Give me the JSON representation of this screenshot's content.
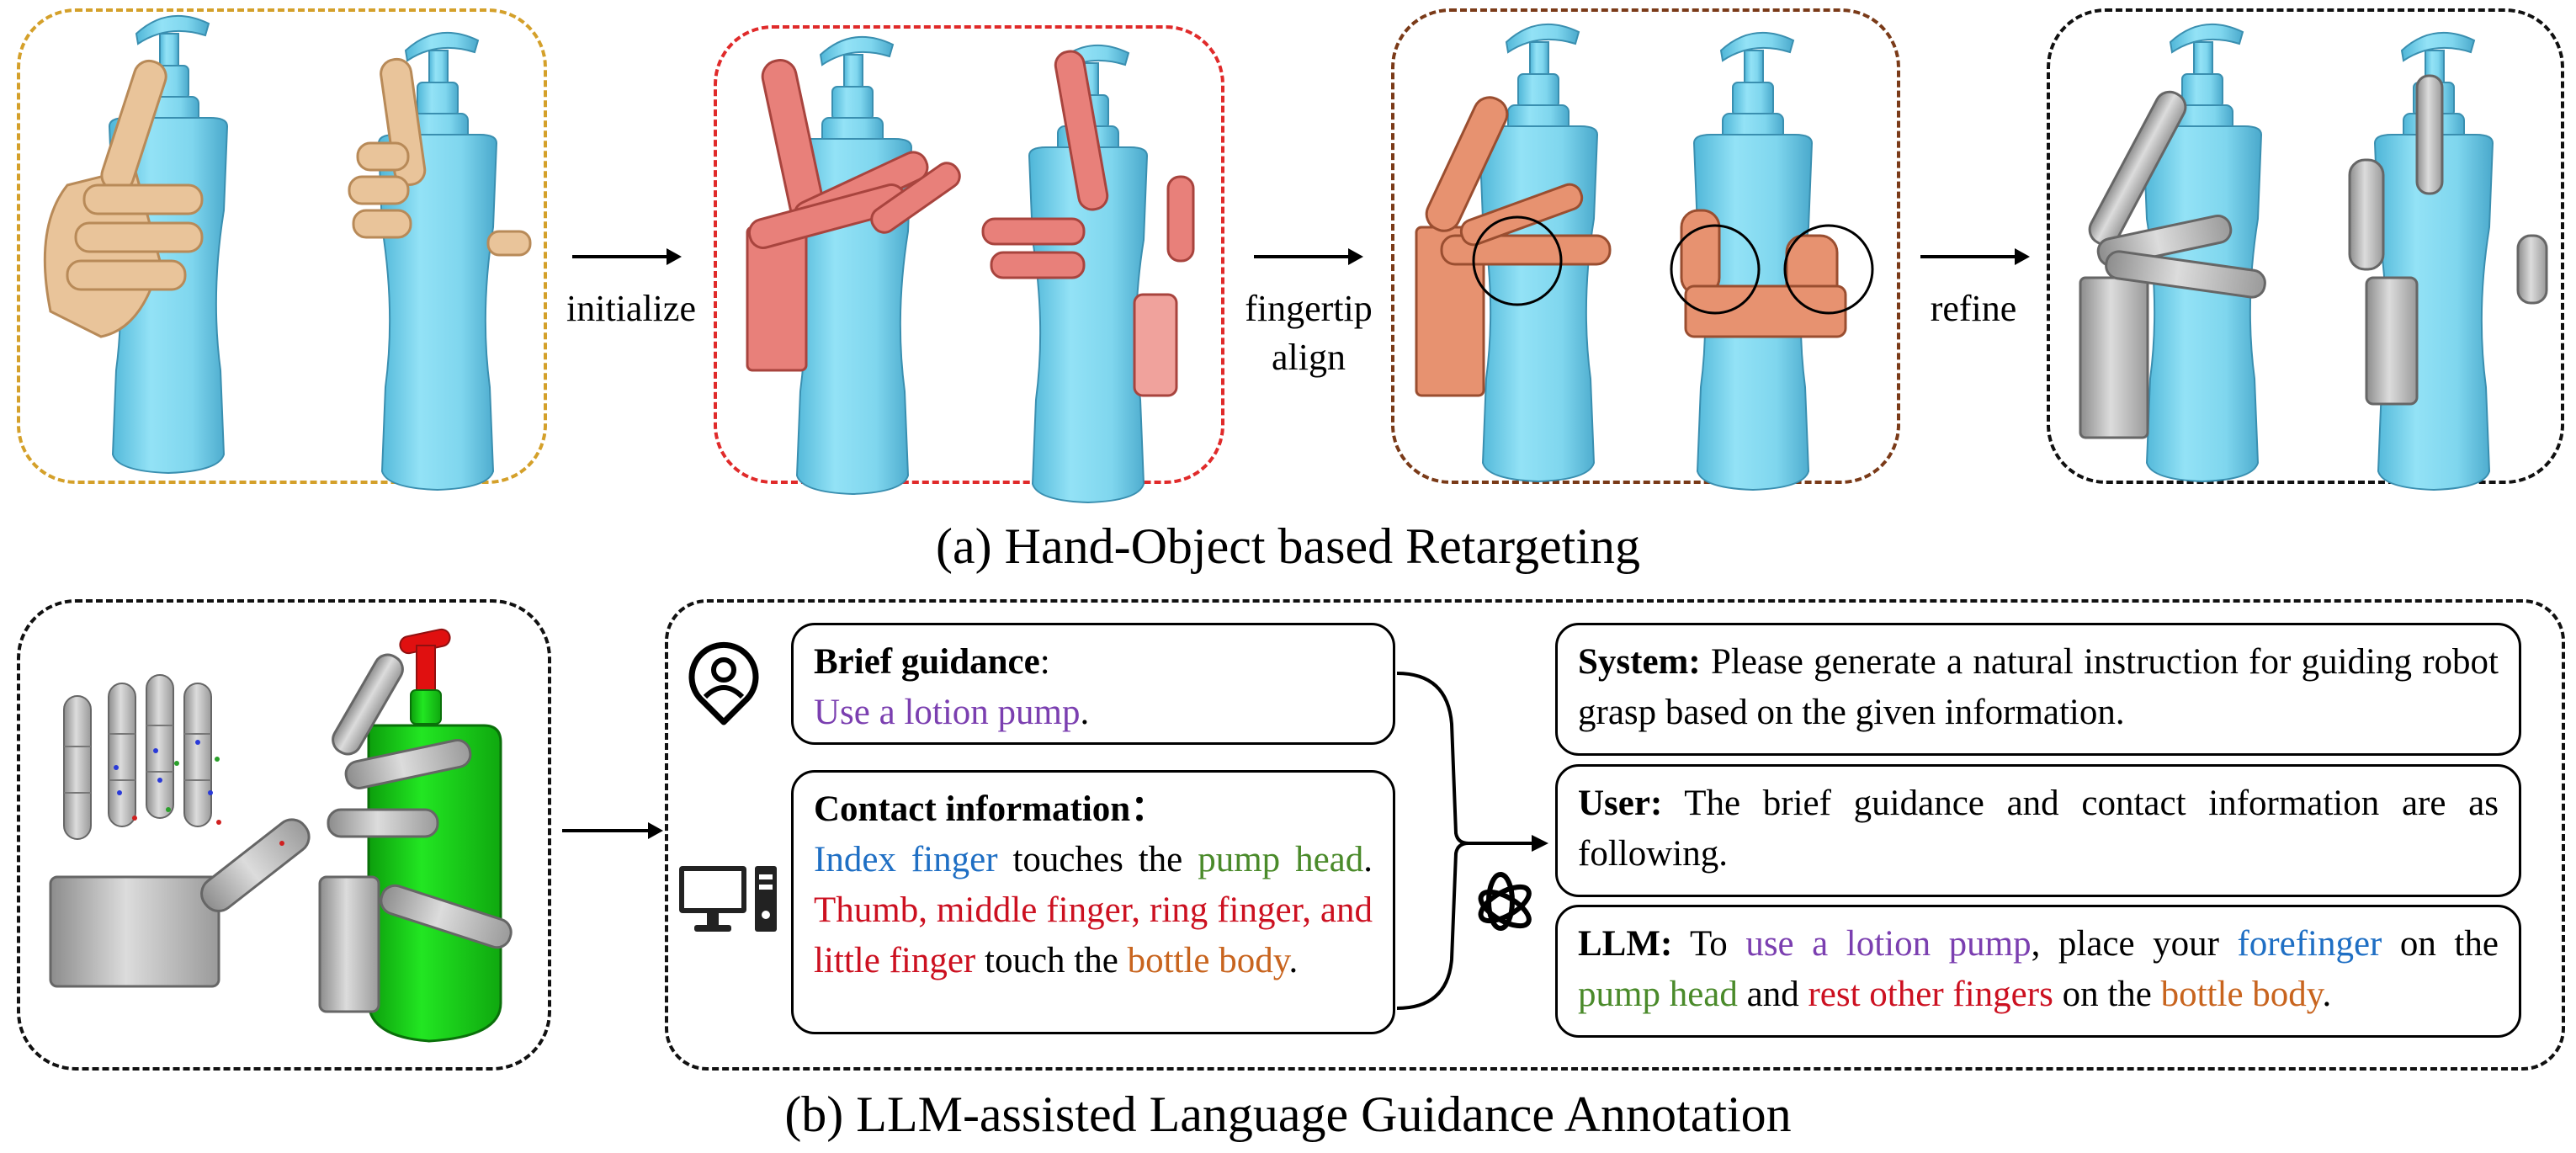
{
  "colors": {
    "panel1_border": "#d4a02a",
    "panel2_border": "#e02a2a",
    "panel3_border": "#7a3a18",
    "panel4_border": "#111111",
    "bottle": "#7fd6ee",
    "human_hand": "#e9c49a",
    "robot_hand_init": "#e8807a",
    "robot_hand_align": "#e79270",
    "robot_hand_final": "#b8b8b8",
    "green_bottle": "#15d415",
    "red_pump": "#e01010",
    "blue_text": "#1f6fc4",
    "green_text": "#4a8a2a",
    "red_text": "#cc1020",
    "orange_text": "#c8641e",
    "purple_text": "#7b3fb0"
  },
  "top": {
    "arrow_labels": [
      "initialize",
      "fingertip",
      "align",
      "refine"
    ],
    "caption": "(a) Hand-Object based Retargeting"
  },
  "bottom": {
    "brief": {
      "title": "Brief guidance",
      "colon": ":",
      "text": "Use a lotion pump",
      "end": "."
    },
    "contact": {
      "title": "Contact information",
      "colon": "：",
      "p1": "Index finger",
      "p2": " touches the ",
      "p3": "pump head",
      "p4": ". ",
      "p5": "Thumb, middle finger, ring finger, and little finger",
      "p6": " touch the ",
      "p7": "bottle body",
      "p8": "."
    },
    "system": {
      "label": "System:",
      "text": " Please generate a natural instruction for guiding robot grasp based on the given information."
    },
    "user": {
      "label": "User:",
      "text": " The brief guidance and contact information are as following."
    },
    "llm": {
      "label": "LLM:",
      "s1": " To ",
      "s2": "use a lotion pump",
      "s3": ", place your ",
      "s4": "forefinger",
      "s5": " on the ",
      "s6": "pump head",
      "s7": " and ",
      "s8": "rest other fingers",
      "s9": " on the ",
      "s10": "bottle body",
      "s11": "."
    },
    "caption": "(b) LLM-assisted Language Guidance Annotation",
    "icons": [
      "user-pin-icon",
      "computer-icon",
      "openai-icon"
    ]
  }
}
